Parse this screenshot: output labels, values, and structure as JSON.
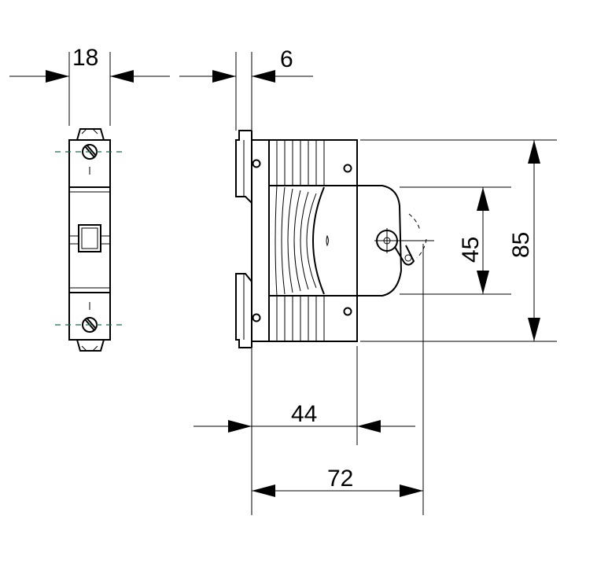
{
  "dimensions": {
    "width_front": "18",
    "rail_offset": "6",
    "height_handle": "45",
    "height_total": "85",
    "depth_base": "44",
    "depth_total": "72"
  },
  "colors": {
    "line": "#000000",
    "centerline": "#1a6b4a"
  }
}
